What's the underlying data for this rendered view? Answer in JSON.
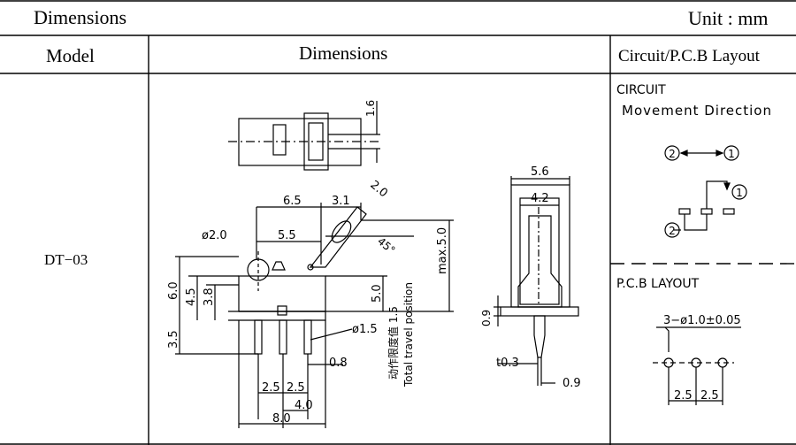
{
  "header": {
    "title": "Dimensions",
    "unit": "Unit : mm"
  },
  "columns": {
    "model": "Model",
    "dimensions": "Dimensions",
    "layout": "Circuit/P.C.B Layout"
  },
  "row": {
    "model": "DT−03"
  },
  "circuit": {
    "title": "CIRCUIT",
    "subtitle": "Movement Direction",
    "terminal_1": "1",
    "terminal_2": "2"
  },
  "pcb": {
    "title": "P.C.B LAYOUT",
    "hole_spec": "3−ø1.0±0.05",
    "pitch_1": "2.5",
    "pitch_2": "2.5"
  },
  "dims": {
    "top_h": "1.6",
    "w65": "6.5",
    "w31": "3.1",
    "lever": "2.0",
    "w55": "5.5",
    "hole20": "ø2.0",
    "angle": "45°",
    "max50": "max.5.0",
    "h60": "6.0",
    "h45": "4.5",
    "h38": "3.8",
    "h50": "5.0",
    "pin15": "ø1.5",
    "h35": "3.5",
    "w08": "0.8",
    "p25a": "2.5",
    "p25b": "2.5",
    "w40": "4.0",
    "w80": "8.0",
    "travel_cn": "动作限度值 1.5",
    "travel_en": "Total travel position",
    "s56": "5.6",
    "s42": "4.2",
    "s09": "0.9",
    "t03": "t0.3",
    "s09b": "0.9"
  }
}
